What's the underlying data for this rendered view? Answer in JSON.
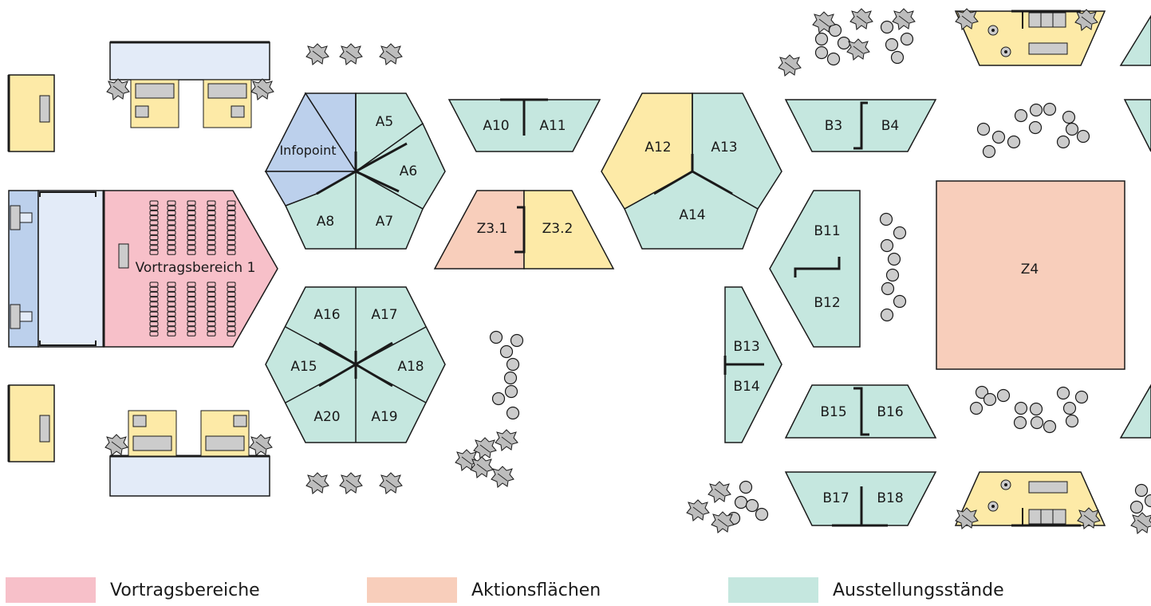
{
  "colors": {
    "lecture": "#f7c0c9",
    "action": "#f8cebb",
    "exhibit": "#c5e7df",
    "info": "#bcd0ec",
    "yellow": "#fdeaa7",
    "pale_blue": "#e3ebf8",
    "gray": "#cccccc",
    "line": "#1a1a1a"
  },
  "labels": {
    "infopoint": "Infopoint",
    "a5": "A5",
    "a6": "A6",
    "a7": "A7",
    "a8": "A8",
    "a10": "A10",
    "a11": "A11",
    "a12": "A12",
    "a13": "A13",
    "a14": "A14",
    "a15": "A15",
    "a16": "A16",
    "a17": "A17",
    "a18": "A18",
    "a19": "A19",
    "a20": "A20",
    "z31": "Z3.1",
    "z32": "Z3.2",
    "b3": "B3",
    "b4": "B4",
    "b11": "B11",
    "b12": "B12",
    "b13": "B13",
    "b14": "B14",
    "b15": "B15",
    "b16": "B16",
    "b17": "B17",
    "b18": "B18",
    "z4": "Z4",
    "lecture_area_1": "Vortragsbereich 1"
  },
  "legend": {
    "lecture": "Vortragsbereiche",
    "action": "Aktionsflächen",
    "exhibit": "Ausstellungsstände"
  },
  "icons": {
    "plant": "plant-icon",
    "seat": "seat-icon",
    "table": "table-icon"
  }
}
